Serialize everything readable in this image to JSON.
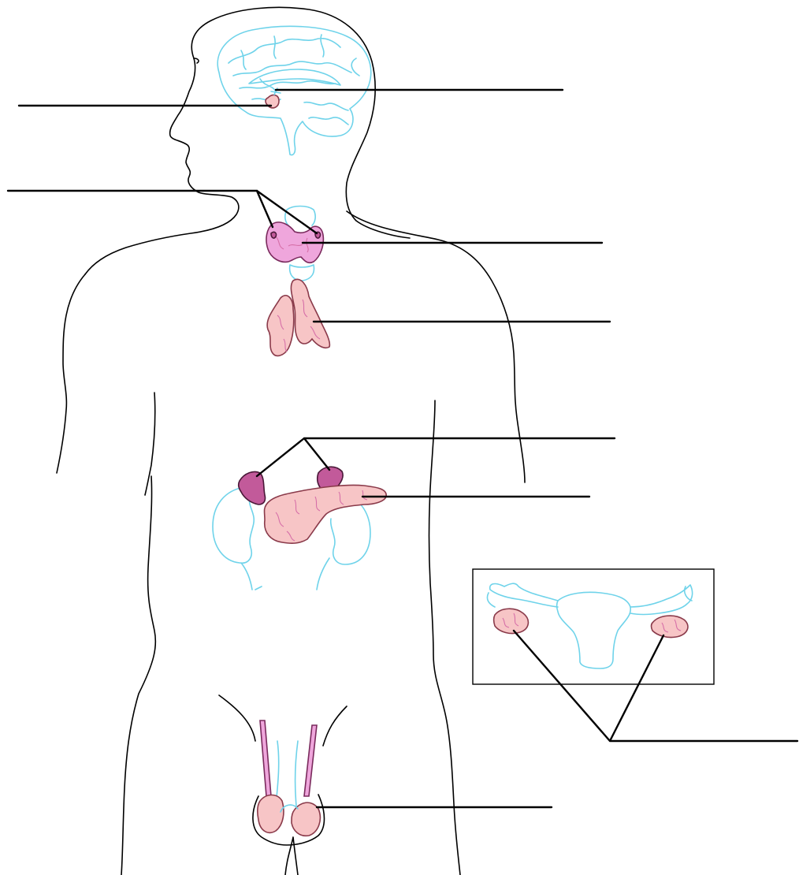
{
  "figure": {
    "structures": [
      "brain-outline",
      "pituitary",
      "thyroid",
      "thymus",
      "adrenals",
      "pancreas",
      "kidneys",
      "ovaries-uterus-inset",
      "testes"
    ],
    "label_lines": [
      {
        "target": "pineal"
      },
      {
        "target": "pituitary"
      },
      {
        "target": "parathyroid"
      },
      {
        "target": "thyroid"
      },
      {
        "target": "thymus"
      },
      {
        "target": "adrenal"
      },
      {
        "target": "pancreas"
      },
      {
        "target": "ovary"
      },
      {
        "target": "testis"
      }
    ],
    "colors": {
      "outline": "#000000",
      "organ_outline": "#6fd3ea",
      "pink_gland": "#efa6dc",
      "peach_gland": "#f7c5c6",
      "dark_gland": "#c25a9a"
    }
  }
}
